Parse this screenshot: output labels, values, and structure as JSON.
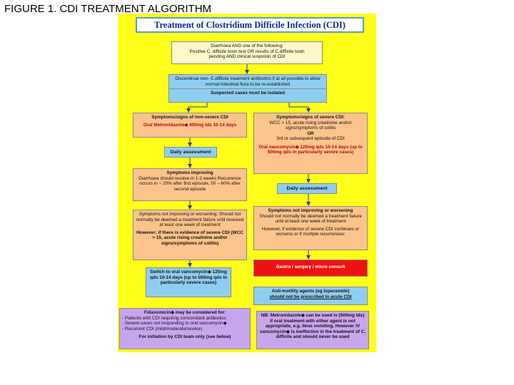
{
  "figure_title": "FIGURE 1. CDI TREATMENT ALGORITHM",
  "poster_title": "Treatment of Clostridium Difficile Infection (CDI)",
  "entry": {
    "line1": "Diarrhoea AND one of the following:",
    "line2": "Positive C. difficile toxin test OR results of C.difficile toxin",
    "line3": "pending AND clinical suspicion of CDI"
  },
  "discontinue": {
    "text": "Discontinue non- C.difficile treatment antibiotics if at all possible to allow normal intestinal flora to be re-established",
    "isolate": "Suspected cases must be isolated"
  },
  "non_severe": {
    "heading": "Symptoms/signs of non-severe CDI",
    "treatment": "Oral Metronidazole◆ 400mg tds 10-14 days"
  },
  "severe": {
    "heading": "Symptoms/signs of severe CDI:",
    "line1": "WCC > 15, acute rising creatinine and/or",
    "line2": "signs/symptoms of colitis",
    "or": "OR",
    "line3": "3rd or subsequent episode of CDI",
    "treatment": "Oral vancomycin◆ 125mg qds 10-14 days (up to 500mg qds in particularly severe cases)"
  },
  "daily_left": "Daily assessment",
  "daily_right": "Daily assessment",
  "improving": {
    "heading": "Symptoms improving",
    "text": "Diarrhoea should resolve in 1-2 weeks Recurrence occurs in ~ 20% after first episode, 50 – 60% after second episode"
  },
  "not_improving_left": {
    "text": "Symptoms not improving or worsening: Should not normally be deemed a treatment failure until received at least one week of treatment",
    "bold": "However; if there is evidence of severe CDI (WCC > 15, acute rising creatinine and/or signs/symptoms of colitis)"
  },
  "not_improving_right": {
    "heading": "Symptoms not improving or worsening",
    "text": "Should not normally be deemed a treatment failure until at least one week of treatment",
    "text2": "However, if evidence of severe CDI continues or worsens or if multiple recurrences:"
  },
  "consult": "Gastro / surgery / micro consult",
  "switch": "Switch to oral vancomycin◆ 125mg qds 10-14 days (up to 500mg qds in particularly severe cases)",
  "antimotility": {
    "text": "Anti-motility agents (eg loperamide)",
    "bold": "should not be prescribed in acute CDI"
  },
  "fidaxomicin": {
    "heading": "Fidaxomicin◆ may be considered for:",
    "item1": "- Patients with CDI requiring concomitant antibiotics",
    "item2": "- Severe cases not responding to oral vancomycin◆",
    "item3": "- Recurrent CDI (mild/moderate/severe)",
    "footer": "For initiation by CDI team only (see below)"
  },
  "nb": {
    "text": "NB: Metronidazole◆ can be used iv (500mg tds) if oral treatment with either agent is not appropriate, e.g. ileus vomiting. However IV vancomycin◆ is ineffective in the treatment of C. difficile and should never be used"
  },
  "colors": {
    "poster_bg": "#ffff1a",
    "blue_box": "#8fcdf0",
    "orange_box": "#fbc48c",
    "red_box": "#ee1111",
    "purple_box": "#c8a6ee",
    "title_text": "#0b2a8a"
  }
}
